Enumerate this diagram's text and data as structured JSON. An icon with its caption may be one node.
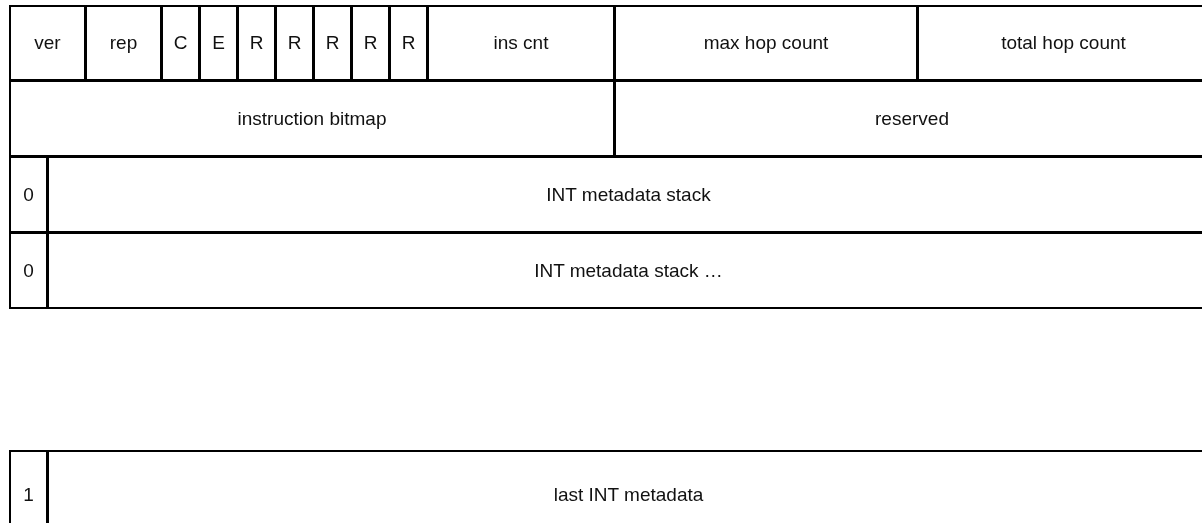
{
  "diagram": {
    "nodes": [
      {
        "text": [
          "ver"
        ]
      },
      {
        "text": [
          "rep"
        ]
      },
      {
        "text": [
          "C"
        ]
      },
      {
        "text": [
          "E"
        ]
      },
      {
        "text": [
          "R"
        ]
      },
      {
        "text": [
          "R"
        ]
      },
      {
        "text": [
          "R"
        ]
      },
      {
        "text": [
          "R"
        ]
      },
      {
        "text": [
          "R"
        ]
      },
      {
        "text": [
          "ins cnt"
        ]
      },
      {
        "text": [
          "max hop count"
        ]
      },
      {
        "text": [
          "total hop count"
        ]
      },
      {
        "text": [
          "instruction bitmap"
        ]
      },
      {
        "text": [
          "reserved"
        ]
      },
      {
        "text": [
          "0"
        ]
      },
      {
        "text": [
          "INT metadata stack"
        ]
      },
      {
        "text": [
          "0"
        ]
      },
      {
        "text": [
          "INT metadata stack …"
        ]
      },
      {
        "text": [
          "1"
        ]
      },
      {
        "text": [
          "last INT metadata"
        ]
      }
    ]
  }
}
